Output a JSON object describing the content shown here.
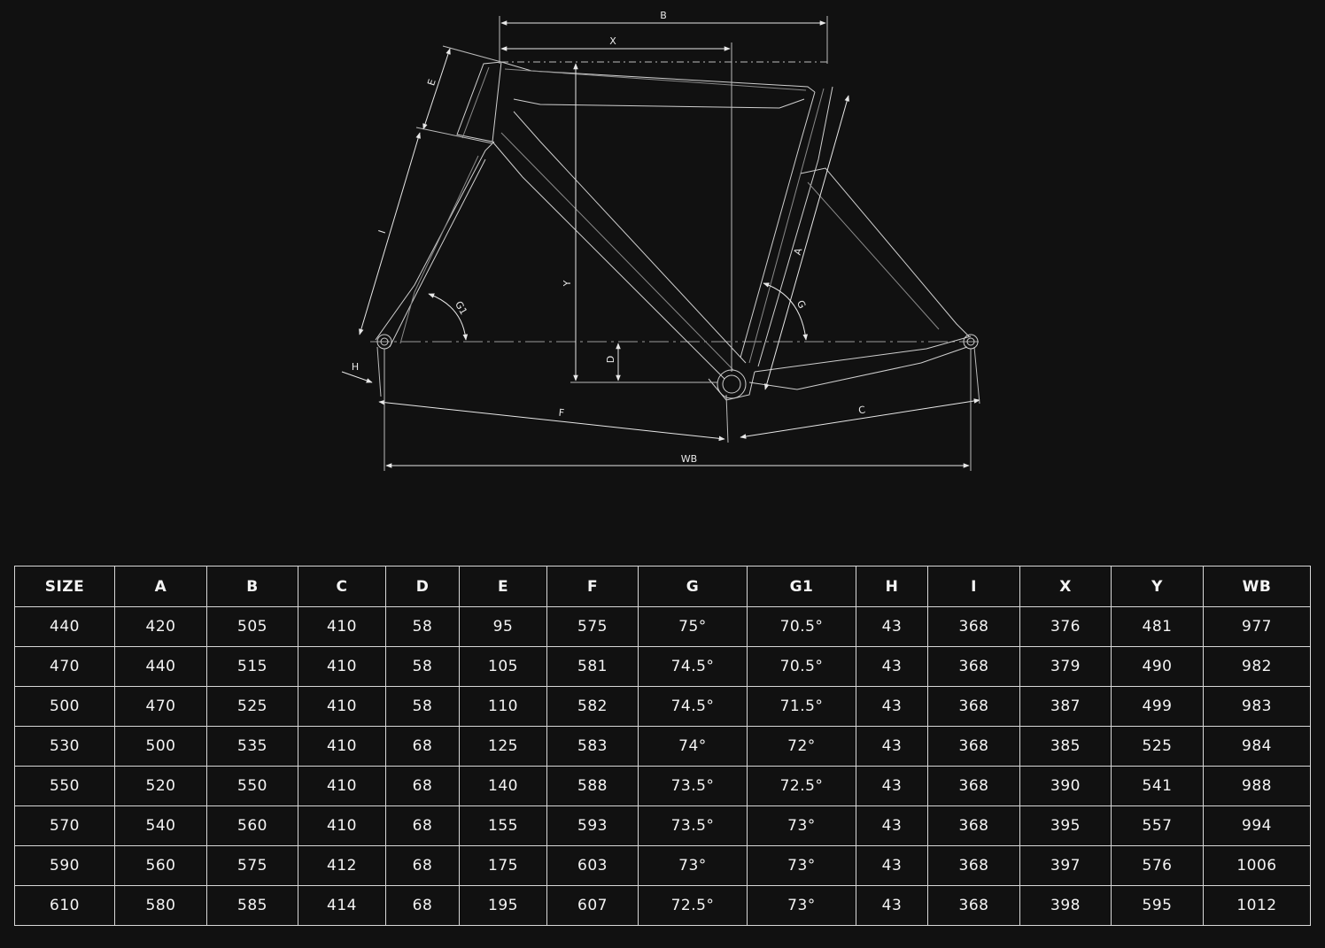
{
  "diagram": {
    "labels": {
      "B": "B",
      "X": "X",
      "E": "E",
      "I": "I",
      "Y": "Y",
      "A": "A",
      "G": "G",
      "G1": "G1",
      "D": "D",
      "H": "H",
      "F": "F",
      "C": "C",
      "WB": "WB"
    }
  },
  "table": {
    "headers": [
      "SIZE",
      "A",
      "B",
      "C",
      "D",
      "E",
      "F",
      "G",
      "G1",
      "H",
      "I",
      "X",
      "Y",
      "WB"
    ],
    "rows": [
      [
        "440",
        "420",
        "505",
        "410",
        "58",
        "95",
        "575",
        "75°",
        "70.5°",
        "43",
        "368",
        "376",
        "481",
        "977"
      ],
      [
        "470",
        "440",
        "515",
        "410",
        "58",
        "105",
        "581",
        "74.5°",
        "70.5°",
        "43",
        "368",
        "379",
        "490",
        "982"
      ],
      [
        "500",
        "470",
        "525",
        "410",
        "58",
        "110",
        "582",
        "74.5°",
        "71.5°",
        "43",
        "368",
        "387",
        "499",
        "983"
      ],
      [
        "530",
        "500",
        "535",
        "410",
        "68",
        "125",
        "583",
        "74°",
        "72°",
        "43",
        "368",
        "385",
        "525",
        "984"
      ],
      [
        "550",
        "520",
        "550",
        "410",
        "68",
        "140",
        "588",
        "73.5°",
        "72.5°",
        "43",
        "368",
        "390",
        "541",
        "988"
      ],
      [
        "570",
        "540",
        "560",
        "410",
        "68",
        "155",
        "593",
        "73.5°",
        "73°",
        "43",
        "368",
        "395",
        "557",
        "994"
      ],
      [
        "590",
        "560",
        "575",
        "412",
        "68",
        "175",
        "603",
        "73°",
        "73°",
        "43",
        "368",
        "397",
        "576",
        "1006"
      ],
      [
        "610",
        "580",
        "585",
        "414",
        "68",
        "195",
        "607",
        "72.5°",
        "73°",
        "43",
        "368",
        "398",
        "595",
        "1012"
      ]
    ]
  }
}
